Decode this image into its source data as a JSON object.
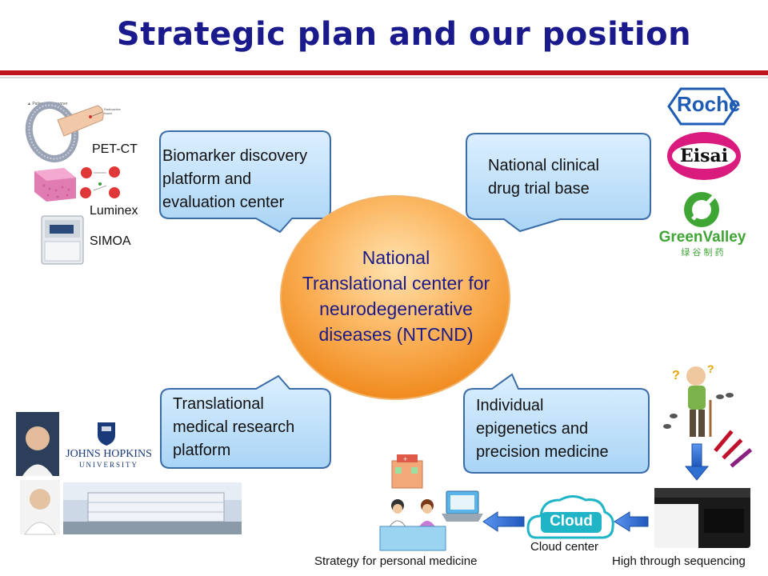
{
  "title": "Strategic plan and our position",
  "center": {
    "lines": [
      "National",
      "Translational center for",
      "neurodegenerative",
      "diseases (NTCND)"
    ]
  },
  "callouts": {
    "top_left": [
      "Biomarker discovery",
      "platform and",
      "evaluation center"
    ],
    "top_right": [
      "National clinical",
      "drug trial base"
    ],
    "bottom_left": [
      "Translational",
      "medical research",
      "platform"
    ],
    "bottom_right": [
      "Individual",
      "epigenetics and",
      "precision medicine"
    ]
  },
  "techniques": {
    "pet": "PET-CT",
    "luminex": "Luminex",
    "simoa": "SIMOA"
  },
  "companies": {
    "roche": "Roche",
    "eisai": "Eisai",
    "green_valley": "GreenValley",
    "green_valley_cn": "绿 谷 制 药"
  },
  "institution": {
    "line1": "JOHNS HOPKINS",
    "line2": "UNIVERSITY"
  },
  "workflow": {
    "cloud_word": "Cloud",
    "cloud_caption": "Cloud  center",
    "sequencing_caption": "High through sequencing",
    "strategy_caption": "Strategy for personal medicine"
  },
  "colors": {
    "title": "#1a1a8c",
    "rule": "#c0141c",
    "callout_fill": "#c7e3f8",
    "callout_stroke": "#3a6ca8",
    "center_fill": "#f8a94a",
    "arrow_blue": "#2f6fd1",
    "cloud": "#1fb5c6"
  }
}
